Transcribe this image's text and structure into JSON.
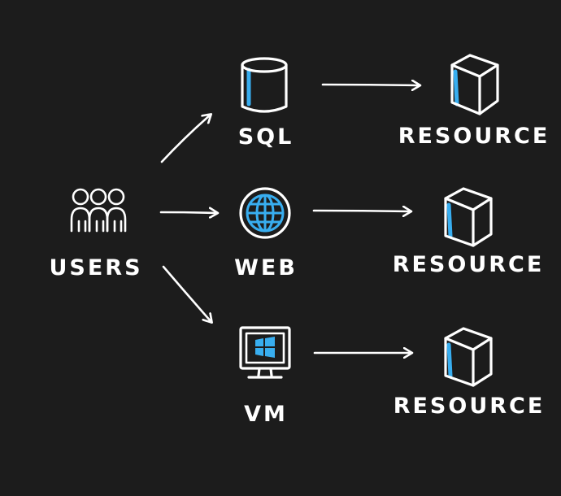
{
  "nodes": {
    "users": {
      "label": "USERS",
      "icon": "users-icon"
    },
    "sql": {
      "label": "SQL",
      "icon": "database-icon"
    },
    "web": {
      "label": "WEB",
      "icon": "globe-icon"
    },
    "vm": {
      "label": "VM",
      "icon": "monitor-windows-icon"
    },
    "resource_top": {
      "label": "RESOURCE",
      "icon": "cube-icon"
    },
    "resource_middle": {
      "label": "RESOURCE",
      "icon": "cube-icon"
    },
    "resource_bottom": {
      "label": "RESOURCE",
      "icon": "cube-icon"
    }
  },
  "edges": [
    {
      "from": "users",
      "to": "sql"
    },
    {
      "from": "users",
      "to": "web"
    },
    {
      "from": "users",
      "to": "vm"
    },
    {
      "from": "sql",
      "to": "resource_top"
    },
    {
      "from": "web",
      "to": "resource_middle"
    },
    {
      "from": "vm",
      "to": "resource_bottom"
    }
  ],
  "colors": {
    "background": "#1c1c1c",
    "stroke": "#ffffff",
    "accent": "#38aef0"
  }
}
